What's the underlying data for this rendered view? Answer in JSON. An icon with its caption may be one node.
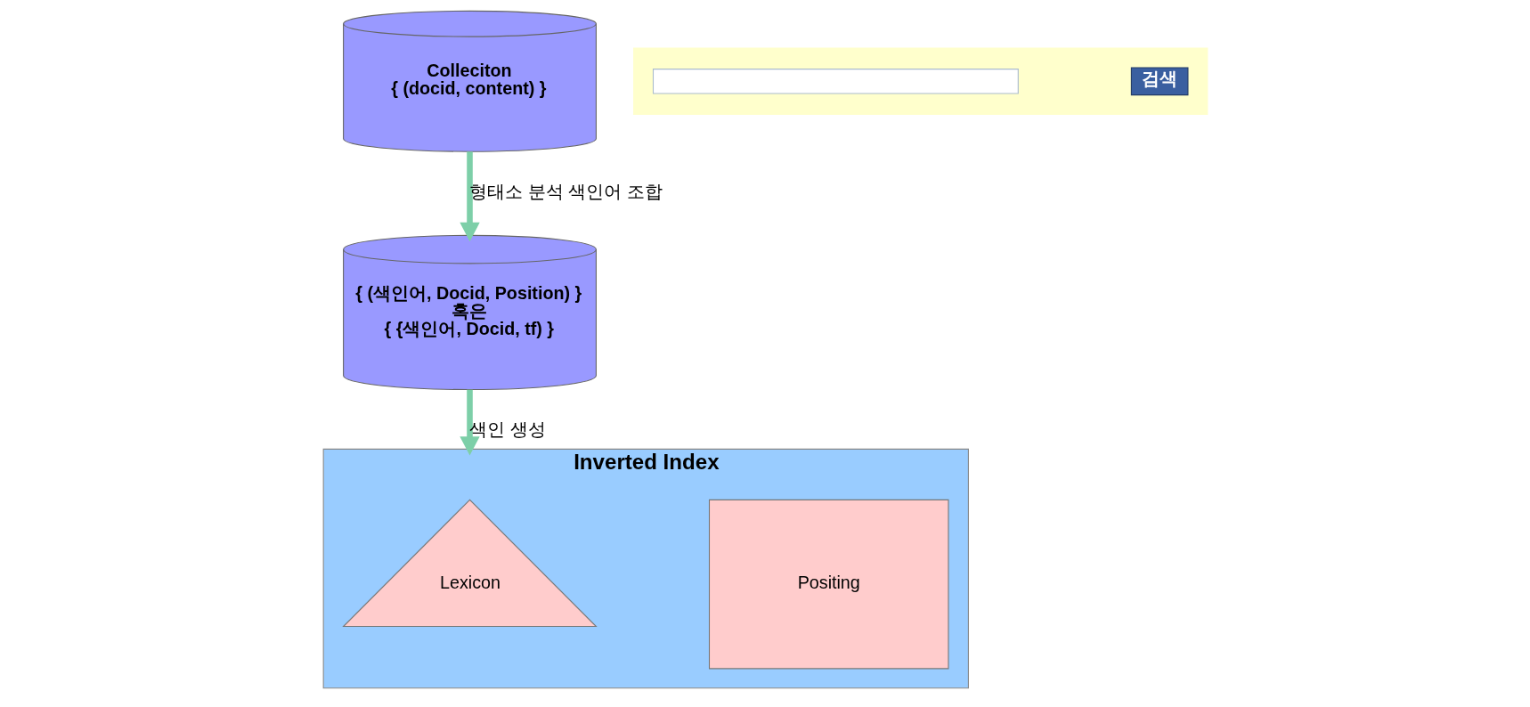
{
  "diagram": {
    "nodes": [
      {
        "text": [
          "Colleciton",
          "{ (docid, content) }"
        ]
      },
      {
        "text": [
          "{ (색인어, Docid, Position) }",
          "혹은",
          "{ {색인어, Docid, tf) }"
        ]
      },
      {
        "text": [
          "Inverted Index"
        ]
      },
      {
        "text": [
          "Lexicon"
        ],
        "in": 2
      },
      {
        "text": [
          "Positing"
        ],
        "in": 2
      },
      {
        "text": [],
        "shape": "box"
      },
      {
        "text": [],
        "shape": "box",
        "in": 5
      },
      {
        "text": [
          "검색"
        ],
        "in": 5
      }
    ],
    "edges": [
      {
        "from": 0,
        "to": 1,
        "arrow": "to",
        "label": "형태소 분석 색인어 조합"
      },
      {
        "from": 1,
        "to": 2,
        "arrow": "to",
        "label": "색인 생성"
      }
    ]
  }
}
